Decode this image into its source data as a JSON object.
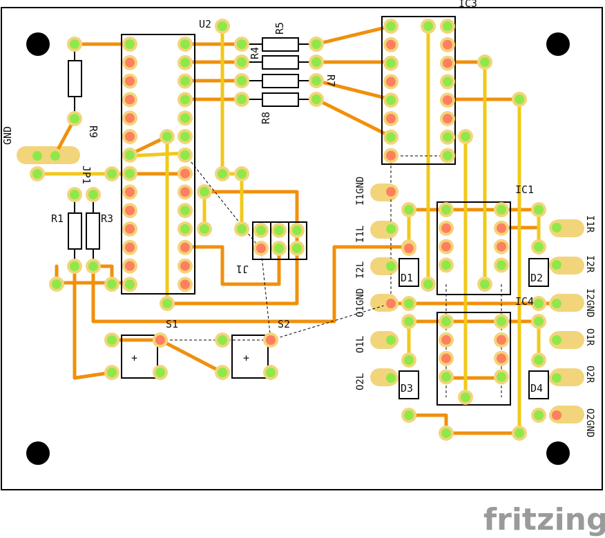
{
  "brand": "fritzing",
  "colors": {
    "board": "#ffffff",
    "outline": "#000000",
    "trace_bottom": "#f0900c",
    "trace_top": "#f2c81a",
    "pad_ring": "#f2d57a",
    "pad_connected": "#8fe84a",
    "pad_unrouted": "#ff7f60",
    "ratsnest": "#000000"
  },
  "labels": {
    "u2": "U2",
    "ic3": "IC3",
    "ic1": "IC1",
    "ic4": "IC4",
    "r1": "R1",
    "r3": "R3",
    "r4": "R4",
    "r5": "R5",
    "r7": "R7",
    "r8": "R8",
    "r9": "R9",
    "jp1": "JP1",
    "j1": "J1",
    "s1": "S1",
    "s2": "S2",
    "d1": "D1",
    "d2": "D2",
    "d3": "D3",
    "d4": "D4",
    "gnd": "GND",
    "i1gnd": "I1GND",
    "i1l": "I1L",
    "i2l": "I2L",
    "o1gnd": "O1GND",
    "o1l": "O1L",
    "o2l": "O2L",
    "i1r": "I1R",
    "i2r": "I2R",
    "i2gnd": "I2GND",
    "o1r": "O1R",
    "o2r": "O2R",
    "o2gnd": "O2GND",
    "s1_plus": "+",
    "s2_plus": "+"
  }
}
